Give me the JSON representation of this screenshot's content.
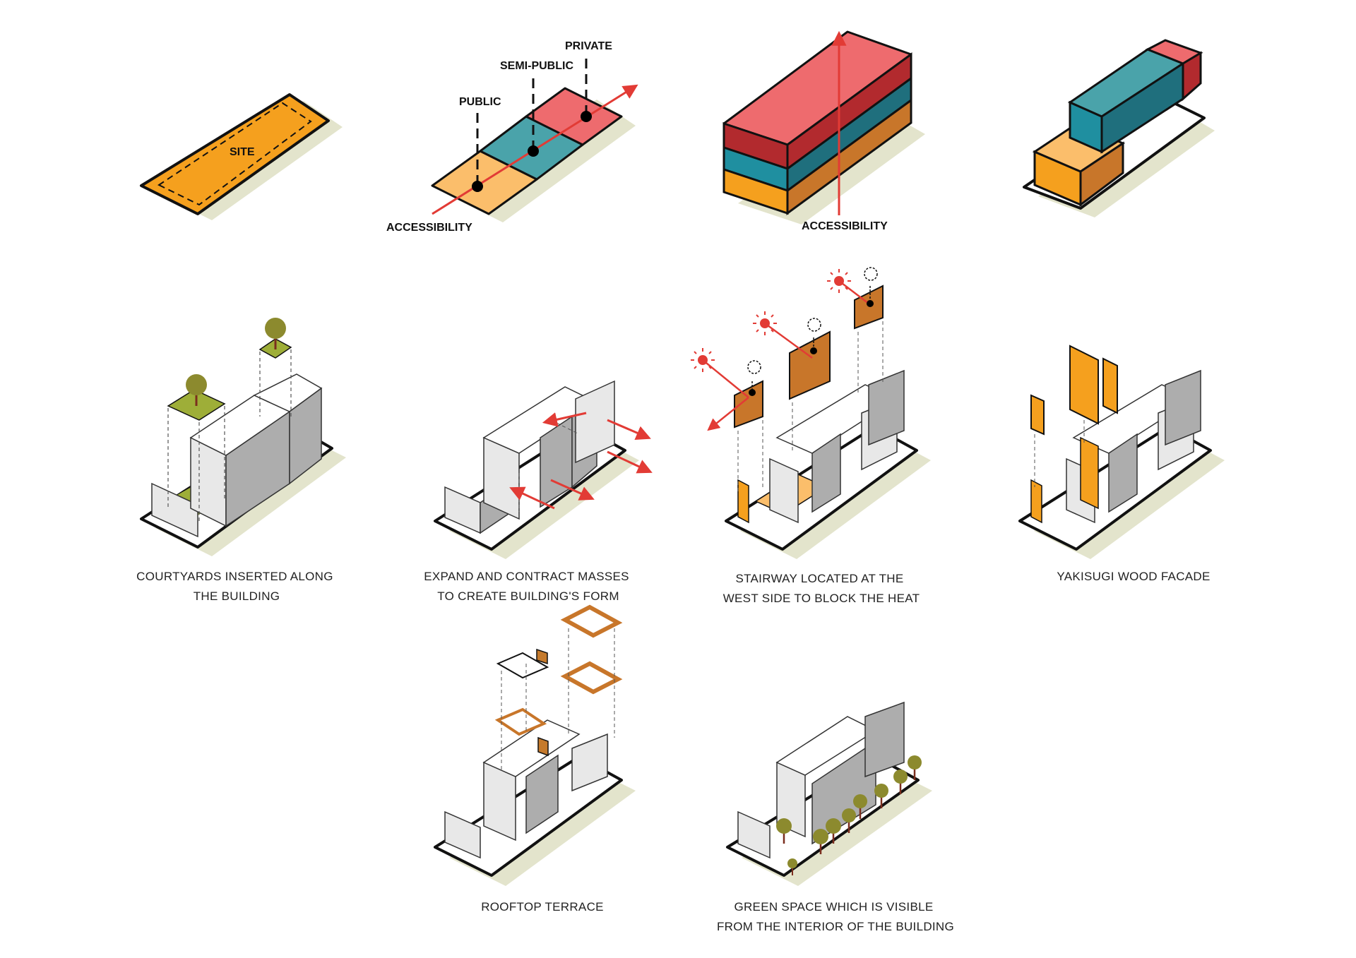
{
  "colors": {
    "orange": "#F5A01E",
    "light_orange": "#FBBE6B",
    "dark_orange": "#C8762A",
    "teal": "#4AA3AA",
    "dark_teal": "#1F6F7D",
    "pink": "#EE6B6E",
    "dark_red": "#B22A2E",
    "red_arrow": "#E23B35",
    "mass_top": "#FFFFFF",
    "mass_front": "#E8E8E8",
    "mass_side": "#ADADAD",
    "green": "#9EAE38",
    "tree": "#8C8A2E",
    "ground_shadow": "#E3E4CC",
    "wood": "#C57A2C"
  },
  "icons": [
    "sun-icon",
    "wind-icon",
    "tree-icon"
  ],
  "labels": {
    "site": "SITE",
    "public": "PUBLIC",
    "semi_public": "SEMI-PUBLIC",
    "private": "PRIVATE",
    "accessibility_1": "ACCESSIBILITY",
    "accessibility_2": "ACCESSIBILITY"
  },
  "captions": {
    "courtyards": [
      "COURTYARDS INSERTED ALONG",
      "THE BUILDING"
    ],
    "expand": [
      "EXPAND AND CONTRACT MASSES",
      "TO CREATE BUILDING'S FORM"
    ],
    "stairway": [
      "STAIRWAY LOCATED AT THE",
      "WEST SIDE TO BLOCK THE HEAT"
    ],
    "yakisugi": [
      "YAKISUGI WOOD FACADE"
    ],
    "rooftop": [
      "ROOFTOP TERRACE"
    ],
    "green": [
      "GREEN SPACE WHICH IS VISIBLE",
      "FROM THE INTERIOR OF THE BUILDING"
    ]
  }
}
